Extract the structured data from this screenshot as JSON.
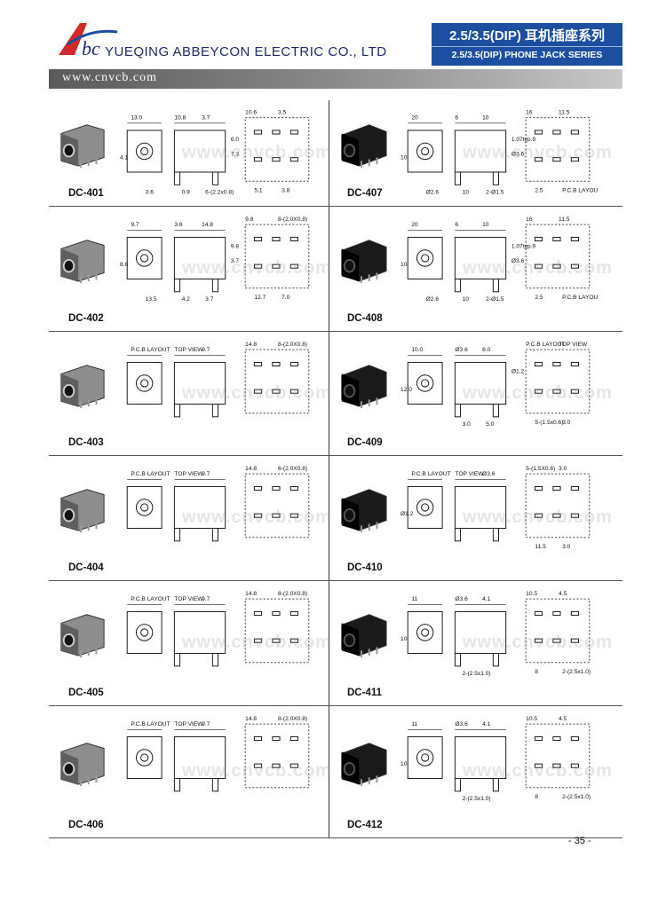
{
  "header": {
    "company": "YUEQING ABBEYCON ELECTRIC CO., LTD",
    "series_cn": "2.5/3.5(DIP) 耳机插座系列",
    "series_en": "2.5/3.5(DIP) PHONE JACK SERIES",
    "url": "www.cnvcb.com",
    "logo_text": "Abc"
  },
  "watermark": "www.cnvcb.com",
  "products": [
    {
      "model": "DC-401",
      "dims": [
        "13.0",
        "10.8",
        "3.7",
        "10.6",
        "3.5",
        "5.1",
        "3.8",
        "4.1",
        "0.9",
        "6-(2.2x0.8)",
        "6.0",
        "7.3",
        "3.6"
      ]
    },
    {
      "model": "DC-402",
      "dims": [
        "9.7",
        "3.6",
        "14.8",
        "9.8",
        "8-(2.0X0.8)",
        "12.7",
        "7.0",
        "8.6",
        "4.2",
        "3.7",
        "9.8",
        "3.7",
        "13.5"
      ]
    },
    {
      "model": "DC-403",
      "dims": [
        "P.C.B LAYOUT",
        "TOP VIEW",
        "9.7",
        "14.8",
        "8-(2.0X0.8)"
      ]
    },
    {
      "model": "DC-404",
      "dims": [
        "P.C.B LAYOUT",
        "TOP VIEW",
        "9.7",
        "14.8",
        "6-(2.0X0.8)"
      ]
    },
    {
      "model": "DC-405",
      "dims": [
        "P.C.B LAYOUT",
        "TOP VIEW",
        "9.7",
        "14.8",
        "8-(2.0X0.8)"
      ]
    },
    {
      "model": "DC-406",
      "dims": [
        "P.C.B LAYOUT",
        "TOP VIEW",
        "9.7",
        "14.8",
        "8-(2.0X0.8)"
      ]
    },
    {
      "model": "DC-407",
      "dims": [
        "20",
        "6",
        "10",
        "16",
        "11.5",
        "2.5",
        "P.C.B LAYOUT TOP VIEW",
        "10",
        "10",
        "2-Ø1.5",
        "1.07typ.9",
        "Ø3.6",
        "Ø2.6"
      ]
    },
    {
      "model": "DC-408",
      "dims": [
        "20",
        "6",
        "10",
        "16",
        "11.5",
        "2.5",
        "P.C.B LAYOUT TOP VIEW",
        "10",
        "10",
        "2-Ø1.5",
        "1.07typ.9",
        "Ø3.6",
        "Ø2.6"
      ]
    },
    {
      "model": "DC-409",
      "dims": [
        "10.0",
        "Ø3.6",
        "8.0",
        "P.C.B LAYOUT",
        "TOP VIEW",
        "5-(1.5x0.6)",
        "3.0",
        "12.0",
        "3.0",
        "5.0",
        "Ø1.2"
      ]
    },
    {
      "model": "DC-410",
      "dims": [
        "P.C.B LAYOUT",
        "TOP VIEW",
        "Ø3.6",
        "5-(1.5X0.6)",
        "3.0",
        "11.5",
        "3.0",
        "Ø1.2"
      ]
    },
    {
      "model": "DC-411",
      "dims": [
        "11",
        "Ø3.6",
        "4.1",
        "10.5",
        "4.5",
        "8",
        "2-(2.5x1.0)",
        "10",
        "2-(2.5x1.0)"
      ]
    },
    {
      "model": "DC-412",
      "dims": [
        "11",
        "Ø3.6",
        "4.1",
        "10.5",
        "4.5",
        "8",
        "2-(2.5x1.0)",
        "10",
        "2-(2.5x1.0)"
      ]
    }
  ],
  "page_number": "- 35 -"
}
